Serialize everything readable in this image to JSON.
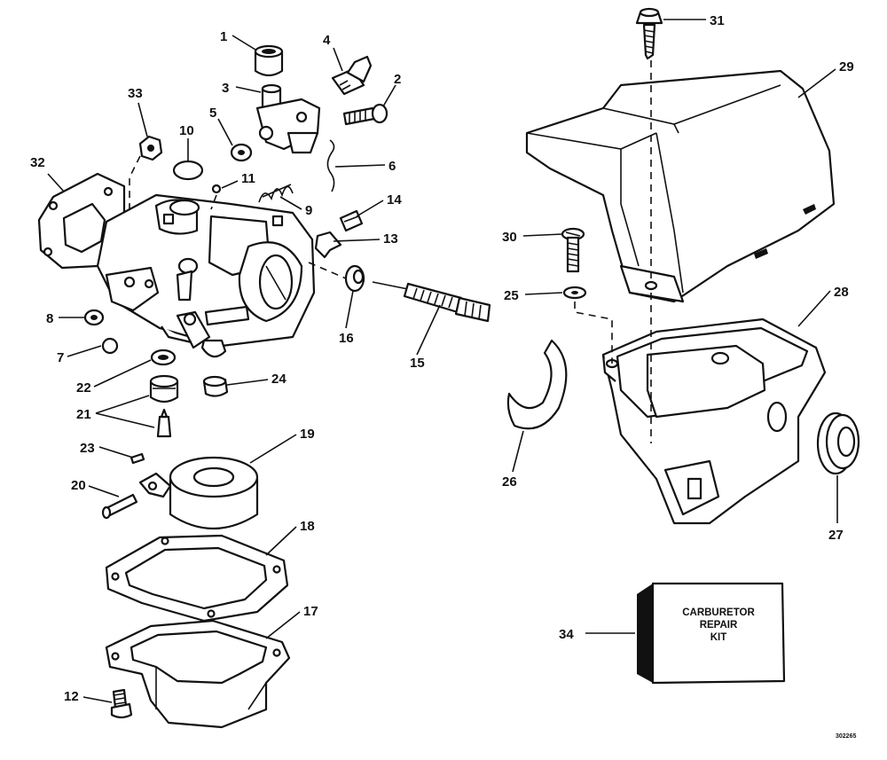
{
  "figure": {
    "callouts": {
      "c1": "1",
      "c2": "2",
      "c3": "3",
      "c4": "4",
      "c5": "5",
      "c6": "6",
      "c7": "7",
      "c8": "8",
      "c9": "9",
      "c10": "10",
      "c11": "11",
      "c12": "12",
      "c13": "13",
      "c14": "14",
      "c15": "15",
      "c16": "16",
      "c17": "17",
      "c18": "18",
      "c19": "19",
      "c20": "20",
      "c21": "21",
      "c22": "22",
      "c23": "23",
      "c24": "24",
      "c25": "25",
      "c26": "26",
      "c27": "27",
      "c28": "28",
      "c29": "29",
      "c30": "30",
      "c31": "31",
      "c32": "32",
      "c33": "33",
      "c34": "34"
    },
    "kit_box": {
      "line1": "CARBURETOR",
      "line2": "REPAIR",
      "line3": "KIT"
    },
    "drawing_code": "302265",
    "colors": {
      "ink": "#111111",
      "paper": "#ffffff"
    }
  }
}
